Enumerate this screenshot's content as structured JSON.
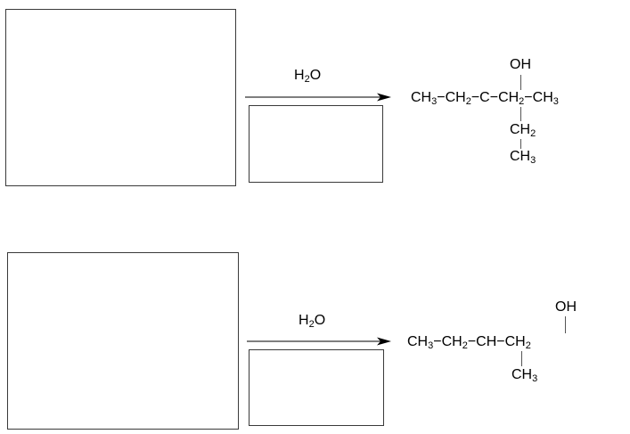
{
  "reactions": [
    {
      "reagent": {
        "main": "H",
        "sub": "2",
        "tail": "O"
      },
      "product": {
        "oh": "OH",
        "row": [
          {
            "t": "CH",
            "s": "3"
          },
          {
            "t": "−"
          },
          {
            "t": "CH",
            "s": "2"
          },
          {
            "t": "−"
          },
          {
            "t": "C"
          },
          {
            "t": "−"
          },
          {
            "t": "CH",
            "s": "2"
          },
          {
            "t": "−"
          },
          {
            "t": "CH",
            "s": "3"
          }
        ],
        "branch1": {
          "t": "CH",
          "s": "2"
        },
        "branch2": {
          "t": "CH",
          "s": "3"
        }
      }
    },
    {
      "reagent": {
        "main": "H",
        "sub": "2",
        "tail": "O"
      },
      "product": {
        "oh": "OH",
        "row": [
          {
            "t": "CH",
            "s": "3"
          },
          {
            "t": "−"
          },
          {
            "t": "CH",
            "s": "2"
          },
          {
            "t": "−"
          },
          {
            "t": "CH"
          },
          {
            "t": "−"
          },
          {
            "t": "CH",
            "s": "2"
          }
        ],
        "branch1": {
          "t": "CH",
          "s": "3"
        }
      }
    }
  ]
}
